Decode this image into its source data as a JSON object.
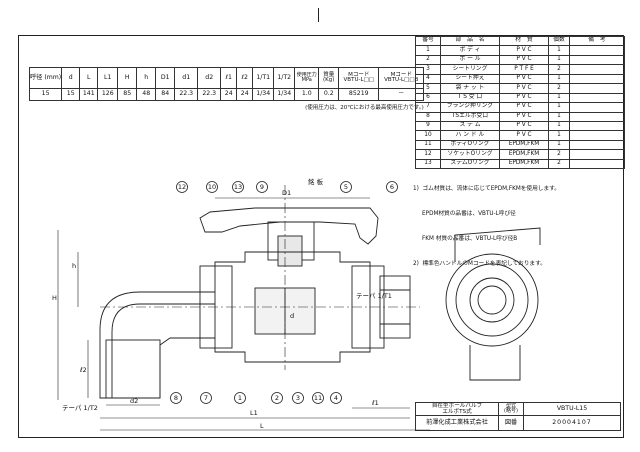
{
  "spec_table": {
    "headers": [
      "呼径\n(mm)",
      "d",
      "L",
      "L1",
      "H",
      "h",
      "D1",
      "d1",
      "d2",
      "ℓ1",
      "ℓ2",
      "1/T1",
      "1/T2",
      "使用圧力\nMPa",
      "質量\n(Kg)",
      "Mコード\nVBTU-L□□",
      "Mコード\nVBTU-L□□B"
    ],
    "row": [
      "15",
      "15",
      "141",
      "126",
      "85",
      "48",
      "84",
      "22.3",
      "22.3",
      "24",
      "24",
      "1/34",
      "1/34",
      "1.0",
      "0.2",
      "85219",
      "－"
    ],
    "footnote": "(使用圧力は、20℃における最高使用圧力です。)"
  },
  "parts_table": {
    "headers": [
      "番号",
      "部　品　名",
      "材　質",
      "個数",
      "備　考"
    ],
    "rows": [
      [
        "1",
        "ボ デ ィ",
        "P V C",
        "1",
        ""
      ],
      [
        "2",
        "ボ ー ル",
        "P V C",
        "1",
        ""
      ],
      [
        "3",
        "シートリング",
        "P T F E",
        "2",
        ""
      ],
      [
        "4",
        "シート押え",
        "P V C",
        "1",
        ""
      ],
      [
        "5",
        "袋 ナ ッ ト",
        "P V C",
        "2",
        ""
      ],
      [
        "6",
        "T S 受 口",
        "P V C",
        "1",
        ""
      ],
      [
        "7",
        "フランジ押リング",
        "P V C",
        "1",
        ""
      ],
      [
        "8",
        "TSエルボ受口",
        "P V C",
        "1",
        ""
      ],
      [
        "9",
        "ス テ ム",
        "P V C",
        "1",
        ""
      ],
      [
        "10",
        "ハ ン ド ル",
        "P V C",
        "1",
        ""
      ],
      [
        "11",
        "ボディOリング",
        "EPDM,FKM",
        "1",
        ""
      ],
      [
        "12",
        "ソケットOリング",
        "EPDM,FKM",
        "2",
        ""
      ],
      [
        "13",
        "ステムOリング",
        "EPDM,FKM",
        "2",
        ""
      ]
    ]
  },
  "notes": [
    "1)  ゴム材質は、流体に応じてEPDM,FKMを使用します。",
    "     EPDM材質の品番は、VBTU-L呼び径",
    "     FKM 材質の品番は、VBTU-L呼び径B",
    "2)  標準色ハンドルのMコードを表記しております。"
  ],
  "title_block": {
    "name_line1": "自在型ボールバルブ",
    "name_line2": "エルボTS式",
    "type_label": "型式\n(略号)",
    "type_value": "VBTU-L15",
    "company": "前澤化成工業株式会社",
    "drawing_label": "図番",
    "drawing_no": "20004107"
  },
  "drawing": {
    "balloons": [
      "12",
      "10",
      "13",
      "9",
      "5",
      "6",
      "8",
      "7",
      "1",
      "2",
      "3",
      "11",
      "4"
    ],
    "dims": {
      "D1": "D1",
      "H": "H",
      "h": "h",
      "l2": "ℓ2",
      "d2": "d2",
      "L1": "L1",
      "L": "L",
      "l1": "ℓ1",
      "d": "d"
    },
    "labels": {
      "marking": "銘 板",
      "taper1": "テーパ 1/T1",
      "taper2": "テーパ 1/T2"
    }
  }
}
